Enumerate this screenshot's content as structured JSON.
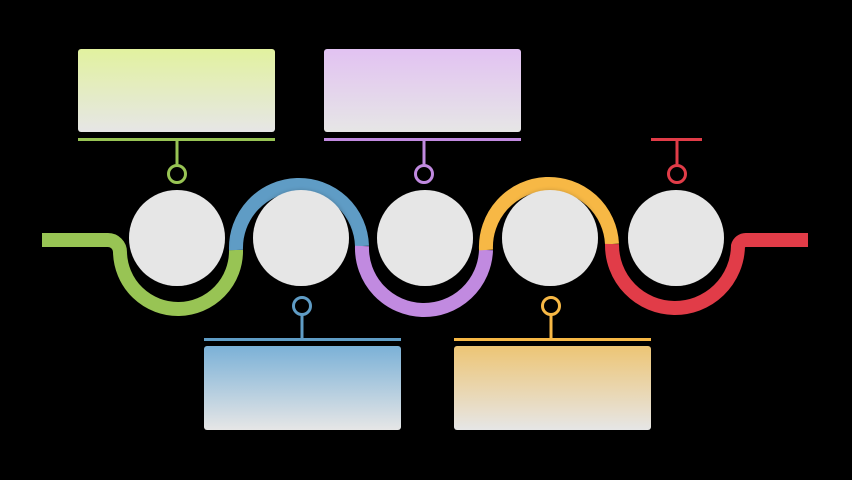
{
  "background": "#000000",
  "circle_fill": "#e6e6e6",
  "steps": [
    {
      "id": "step-1",
      "color": "#98c454",
      "box_gradient": [
        "#e2f29f",
        "#e6e6e6"
      ],
      "callout": "top",
      "text": ""
    },
    {
      "id": "step-2",
      "color": "#5f9cc5",
      "box_gradient": [
        "#7bb1d7",
        "#e6e6e6"
      ],
      "callout": "bottom",
      "text": ""
    },
    {
      "id": "step-3",
      "color": "#c18ae0",
      "box_gradient": [
        "#e2c2f2",
        "#e6e6e6"
      ],
      "callout": "top",
      "text": ""
    },
    {
      "id": "step-4",
      "color": "#f7b845",
      "box_gradient": [
        "#edc575",
        "#e6e6e6"
      ],
      "callout": "bottom",
      "text": ""
    },
    {
      "id": "step-5",
      "color": "#e13c48",
      "box_gradient": null,
      "callout": "top-pin",
      "text": ""
    }
  ]
}
